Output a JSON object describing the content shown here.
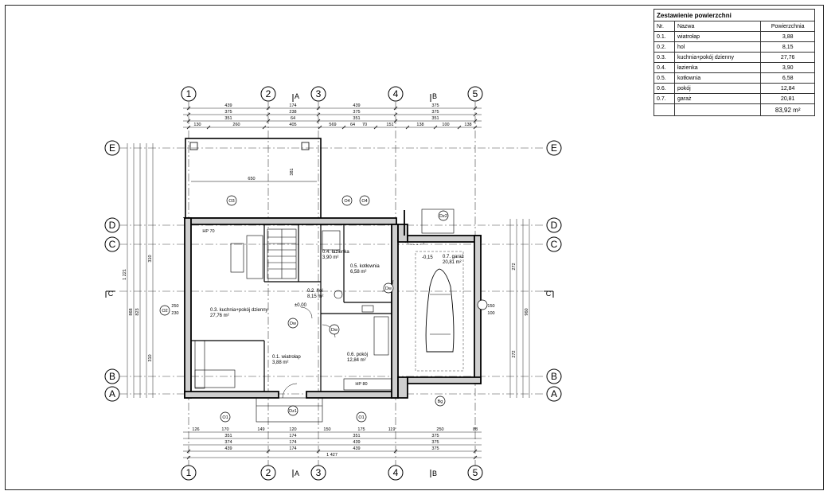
{
  "area_table": {
    "title": "Zestawienie powierzchni",
    "headers": [
      "Nr.",
      "Nazwa",
      "Powierzchnia"
    ],
    "rows": [
      {
        "nr": "0.1.",
        "name": "wiatrołap",
        "area": "3,88"
      },
      {
        "nr": "0.2.",
        "name": "hol",
        "area": "8,15"
      },
      {
        "nr": "0.3.",
        "name": "kuchnia+pokój dzienny",
        "area": "27,76"
      },
      {
        "nr": "0.4.",
        "name": "łazienka",
        "area": "3,90"
      },
      {
        "nr": "0.5.",
        "name": "kotłownia",
        "area": "6,58"
      },
      {
        "nr": "0.6.",
        "name": "pokój",
        "area": "12,84"
      },
      {
        "nr": "0.7.",
        "name": "garaż",
        "area": "20,81"
      }
    ],
    "total": "83,92 m²"
  },
  "grid": {
    "columns": [
      "1",
      "2",
      "3",
      "4",
      "5"
    ],
    "rows": [
      "E",
      "D",
      "C",
      "B",
      "A"
    ],
    "section_marks": [
      "A",
      "B",
      "C"
    ]
  },
  "rooms": [
    {
      "code": "0.1. wiatrołap",
      "area": "3,88 m²"
    },
    {
      "code": "0.2. hol",
      "area": "8,15 m²"
    },
    {
      "code": "0.3. kuchnia+pokój dzienny",
      "area": "27,76 m²"
    },
    {
      "code": "0.4. łazienka",
      "area": "3,90 m²"
    },
    {
      "code": "0.5. kotłownia",
      "area": "6,58 m²"
    },
    {
      "code": "0.6. pokój",
      "area": "12,84 m²"
    },
    {
      "code": "0.7. garaż",
      "area": "20,81 m²"
    }
  ],
  "levels": [
    "±0,00",
    "-0,15"
  ],
  "tags": [
    "O1",
    "O2",
    "O3",
    "O4",
    "Dz1",
    "Dz2",
    "Dw",
    "Bg"
  ],
  "dims_top": {
    "row1": [
      "439",
      "174",
      "439",
      "375"
    ],
    "row2": [
      "375",
      "238",
      "375",
      "375"
    ],
    "row3": [
      "351",
      "64",
      "351",
      "351"
    ],
    "row4": [
      "130",
      "260",
      "405",
      "569",
      "64",
      "70",
      "151",
      "138",
      "100",
      "138"
    ]
  },
  "dims_bottom": {
    "row1": [
      "126",
      "170",
      "149",
      "120",
      "150",
      "175",
      "119",
      "250",
      "88"
    ],
    "row2": [
      "351",
      "174",
      "351",
      "375"
    ],
    "row3": [
      "374",
      "174",
      "439",
      "375"
    ],
    "row4": [
      "439",
      "174",
      "439",
      "375"
    ],
    "total": "1 427"
  },
  "dims_left": [
    "1 221",
    "868",
    "823",
    "310",
    "310",
    "250",
    "230"
  ],
  "dims_right": [
    "272",
    "272",
    "150",
    "100",
    "960"
  ],
  "misc_labels": [
    "650",
    "381",
    "HP 80",
    "HP 70"
  ]
}
